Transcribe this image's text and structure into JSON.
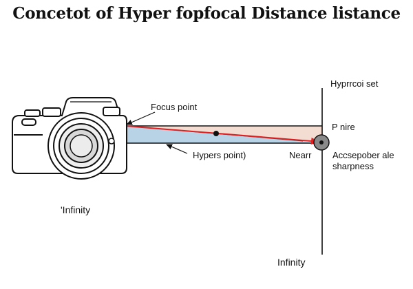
{
  "title": "Concetot of Hyper fopfocal Distance listance",
  "labels": {
    "focus_point": "Focus point",
    "hypers_point": "Hypers point)",
    "near": "Nearr",
    "hyperfocal_set": "Hyprrcoi set",
    "p_nire": "P nire",
    "acceptable_1": "Accsepober ale",
    "acceptable_2": "sharpness",
    "infinity_left": "'Infinity",
    "infinity_bottom": "Infinity"
  },
  "colors": {
    "ray_red": "#e02020",
    "upper_wedge": "#f3ddd2",
    "lower_wedge": "#b9d3e6",
    "focus_circle": "#8a8a8a",
    "line": "#111111"
  },
  "icons": {
    "camera": "dslr-camera-icon"
  }
}
